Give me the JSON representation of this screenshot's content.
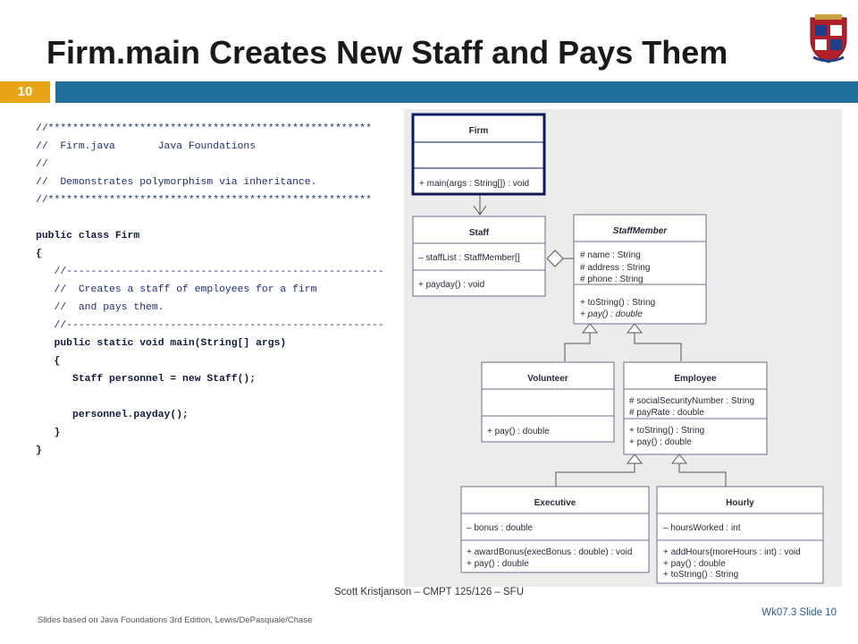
{
  "slide": {
    "title": "Firm.main Creates New Staff and Pays Them",
    "number_badge": "10",
    "accent_color": "#e8a516",
    "bar_color": "#1f6e9b"
  },
  "code_lines": [
    "//*****************************************************",
    "//  Firm.java       Java Foundations",
    "//",
    "//  Demonstrates polymorphism via inheritance.",
    "//*****************************************************",
    "",
    "public class Firm",
    "{",
    "   //----------------------------------------------------",
    "   //  Creates a staff of employees for a firm",
    "   //  and pays them.",
    "   //----------------------------------------------------",
    "   public static void main(String[] args)",
    "   {",
    "      Staff personnel = new Staff();",
    "",
    "      personnel.payday();",
    "   }",
    "}"
  ],
  "uml": {
    "firm": {
      "name": "Firm",
      "methods": [
        "+ main(args : String[]) : void"
      ]
    },
    "staff": {
      "name": "Staff",
      "attributes": [
        "– staffList : StaffMember[]"
      ],
      "methods": [
        "+ payday() : void"
      ]
    },
    "staff_member": {
      "name": "StaffMember",
      "attributes": [
        "# name : String",
        "# address : String",
        "# phone : String"
      ],
      "methods": [
        "+ toString() : String",
        "+ pay() : double"
      ]
    },
    "volunteer": {
      "name": "Volunteer",
      "methods": [
        "+ pay() : double"
      ]
    },
    "employee": {
      "name": "Employee",
      "attributes": [
        "# socialSecurityNumber : String",
        "# payRate : double"
      ],
      "methods": [
        "+ toString() : String",
        "+ pay() : double"
      ]
    },
    "executive": {
      "name": "Executive",
      "attributes": [
        "– bonus : double"
      ],
      "methods": [
        "+ awardBonus(execBonus : double) : void",
        "+ pay() : double"
      ]
    },
    "hourly": {
      "name": "Hourly",
      "attributes": [
        "– hoursWorked : int"
      ],
      "methods": [
        "+ addHours(moreHours : int) : void",
        "+ pay() : double",
        "+ toString() : String"
      ]
    }
  },
  "footer": {
    "center": "Scott Kristjanson – CMPT 125/126 – SFU",
    "left": "Slides based on Java Foundations 3rd Edition, Lewis/DePasquale/Chase",
    "right": "Wk07.3  Slide 10"
  }
}
